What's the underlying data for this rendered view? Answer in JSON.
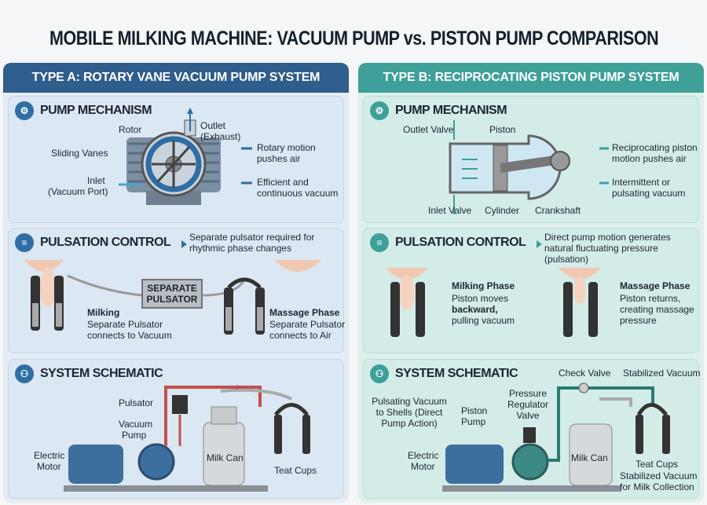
{
  "title": "MOBILE MILKING MACHINE: VACUUM PUMP vs. PISTON PUMP COMPARISON",
  "type_a": {
    "header": "TYPE A: ROTARY VANE VACUUM PUMP SYSTEM",
    "pump": {
      "title": "PUMP MECHANISM",
      "rotor": "Rotor",
      "outlet": "Outlet",
      "exhaust": "(Exhaust)",
      "vanes": "Sliding Vanes",
      "inlet": "Inlet",
      "vacuum_port": "(Vacuum Port)",
      "note1a": "Rotary motion",
      "note1b": "pushes air",
      "note2a": "Efficient and",
      "note2b": "continuous vacuum"
    },
    "pulsation": {
      "title": "PULSATION CONTROL",
      "note_a": "Separate pulsator required for",
      "note_b": "rhythmic phase changes",
      "box_a": "SEPARATE",
      "box_b": "PULSATOR",
      "milking": "Milking",
      "milking_a": "Separate Pulsator",
      "milking_b": "connects to Vacuum",
      "massage": "Massage Phase",
      "massage_a": "Separate Pulsator",
      "massage_b": "connects to Air"
    },
    "schematic": {
      "title": "SYSTEM SCHEMATIC",
      "pulsator": "Pulsator",
      "vacuum": "Vacuum",
      "pump": "Pump",
      "electric": "Electric",
      "motor": "Motor",
      "milk_can": "Milk Can",
      "teat_cups": "Teat Cups"
    }
  },
  "type_b": {
    "header": "TYPE B: RECIPROCATING PISTON PUMP SYSTEM",
    "pump": {
      "title": "PUMP MECHANISM",
      "outlet_valve": "Outlet Valve",
      "piston": "Piston",
      "inlet_valve": "Inlet Valve",
      "cylinder": "Cylinder",
      "crankshaft": "Crankshaft",
      "note1a": "Reciprocating piston",
      "note1b": "motion pushes air",
      "note2a": "Intermittent or",
      "note2b": "pulsating vacuum"
    },
    "pulsation": {
      "title": "PULSATION CONTROL",
      "note_a": "Direct pump motion generates",
      "note_b": "natural fluctuating pressure (pulsation)",
      "milking": "Milking Phase",
      "milking_a": "Piston moves",
      "milking_b": "backward,",
      "milking_c": "pulling vacuum",
      "massage": "Massage Phase",
      "massage_a": "Piston returns,",
      "massage_b": "creating massage",
      "massage_c": "pressure"
    },
    "schematic": {
      "title": "SYSTEM SCHEMATIC",
      "check_valve": "Check Valve",
      "stabilized": "Stabilized Vacuum",
      "puls_a": "Pulsating Vacuum",
      "puls_b": "to Shells (Direct",
      "puls_c": "Pump Action)",
      "pressure_a": "Pressure",
      "pressure_b": "Regulator",
      "pressure_c": "Valve",
      "piston": "Piston",
      "pump": "Pump",
      "electric": "Electric",
      "motor": "Motor",
      "milk_can": "Milk Can",
      "teat_cups": "Teat Cups",
      "stab_a": "Stabilized Vacuum",
      "stab_b": "for Milk Collection"
    }
  },
  "colors": {
    "type_a": "#2f5d8c",
    "type_b": "#3f9f99"
  }
}
